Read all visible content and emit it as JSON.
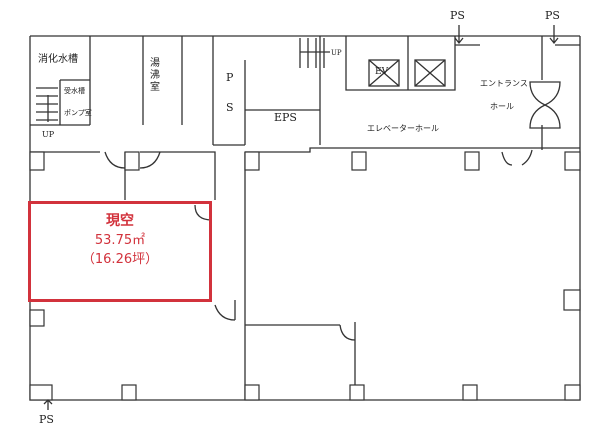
{
  "floor_plan": {
    "rooms": {
      "fire_water_tank": "消化水槽",
      "receiving_tank": "受水槽",
      "pump_room": "ポンプ室",
      "kitchenette": "湯沸室",
      "pipe_shaft_p": "P",
      "pipe_shaft_s": "S",
      "eps": "EPS",
      "elevator": "EV",
      "elevator_hall": "エレベーターホール",
      "entrance_hall_1": "エントランス",
      "entrance_hall_2": "ホール"
    },
    "stairs": {
      "up_left": "UP",
      "up_right": "UP"
    },
    "ps_labels": [
      "PS",
      "PS",
      "PS"
    ],
    "vacancy": {
      "status": "現空",
      "area_sqm": "53.75㎡",
      "area_tsubo": "（16.26坪）",
      "color": "#d2323c"
    }
  }
}
